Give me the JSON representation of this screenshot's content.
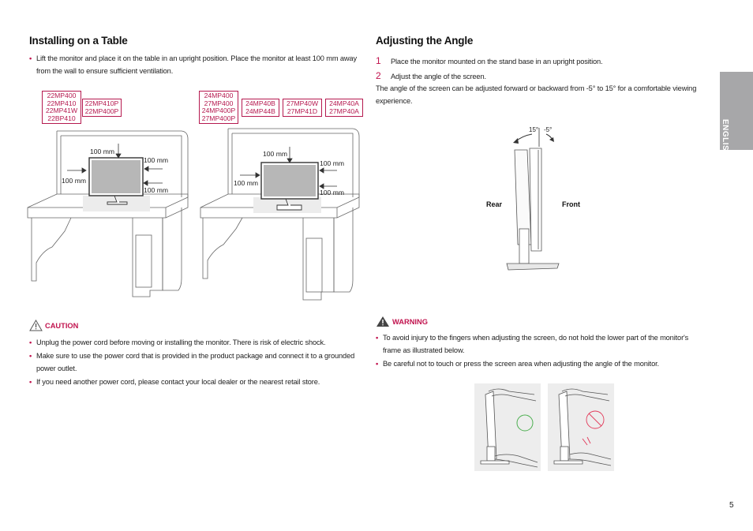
{
  "left": {
    "title": "Installing on a Table",
    "bullet": "Lift the monitor and place it on the table in an upright position. Place the monitor at least 100 mm away from the wall to ensure sufficient ventilation.",
    "box_a": [
      "22MP400",
      "22MP410",
      "22MP41W",
      "22BP410"
    ],
    "box_b": [
      "22MP410P",
      "22MP400P"
    ],
    "box_c": [
      "24MP400",
      "27MP400",
      "24MP400P",
      "27MP400P"
    ],
    "box_d": [
      "24MP40B",
      "24MP44B"
    ],
    "box_e": [
      "27MP40W",
      "27MP41D"
    ],
    "box_f": [
      "24MP40A",
      "27MP40A"
    ],
    "mm_label": "100 mm",
    "caution_title": "CAUTION",
    "cautions": [
      "Unplug the power cord before moving or installing the monitor. There is risk of electric shock.",
      "Make sure to use the power cord that is provided in the product package and connect it to a grounded power outlet.",
      "If you need another power cord, please contact your local dealer or the nearest retail store."
    ]
  },
  "right": {
    "title": "Adjusting the Angle",
    "step1_num": "1",
    "step1": "Place the monitor mounted on the stand base in an upright position.",
    "step2_num": "2",
    "step2": "Adjust the angle of the screen.",
    "desc": "The angle of the screen can be adjusted forward or backward from -5° to 15° for a comfortable viewing experience.",
    "angle_back": "15°",
    "angle_front": "-5°",
    "rear_label": "Rear",
    "front_label": "Front",
    "warning_title": "WARNING",
    "warnings": [
      "To avoid injury to the fingers when adjusting the screen, do not hold the lower part of the monitor's frame as illustrated below.",
      "Be careful not to touch or press the screen area when adjusting the angle of the monitor."
    ]
  },
  "side_tab": "ENGLISH",
  "page_number": "5",
  "colors": {
    "accent": "#c1134e",
    "tab": "#a7a7a9"
  }
}
